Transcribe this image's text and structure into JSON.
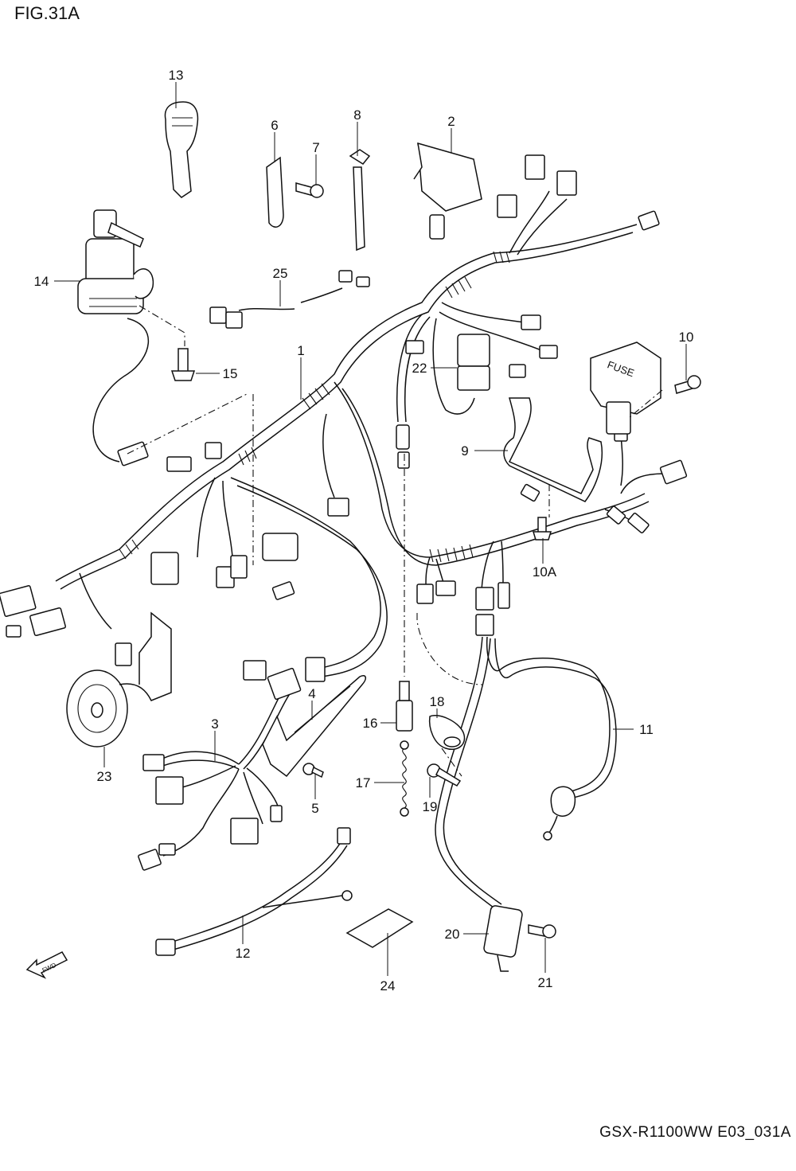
{
  "figure": {
    "title": "FIG.31A",
    "code": "GSX-R1100WW  E03_031A",
    "fwd_label": "FWD",
    "fuse_label": "FUSE"
  },
  "callouts": [
    {
      "id": "13",
      "label": "13"
    },
    {
      "id": "6",
      "label": "6"
    },
    {
      "id": "7",
      "label": "7"
    },
    {
      "id": "8",
      "label": "8"
    },
    {
      "id": "2",
      "label": "2"
    },
    {
      "id": "14",
      "label": "14"
    },
    {
      "id": "25",
      "label": "25"
    },
    {
      "id": "15",
      "label": "15"
    },
    {
      "id": "1",
      "label": "1"
    },
    {
      "id": "22",
      "label": "22"
    },
    {
      "id": "10",
      "label": "10"
    },
    {
      "id": "9",
      "label": "9"
    },
    {
      "id": "10A",
      "label": "10A"
    },
    {
      "id": "11",
      "label": "11"
    },
    {
      "id": "3",
      "label": "3"
    },
    {
      "id": "4",
      "label": "4"
    },
    {
      "id": "16",
      "label": "16"
    },
    {
      "id": "18",
      "label": "18"
    },
    {
      "id": "17",
      "label": "17"
    },
    {
      "id": "19",
      "label": "19"
    },
    {
      "id": "5",
      "label": "5"
    },
    {
      "id": "23",
      "label": "23"
    },
    {
      "id": "12",
      "label": "12"
    },
    {
      "id": "20",
      "label": "20"
    },
    {
      "id": "21",
      "label": "21"
    },
    {
      "id": "24",
      "label": "24"
    }
  ]
}
